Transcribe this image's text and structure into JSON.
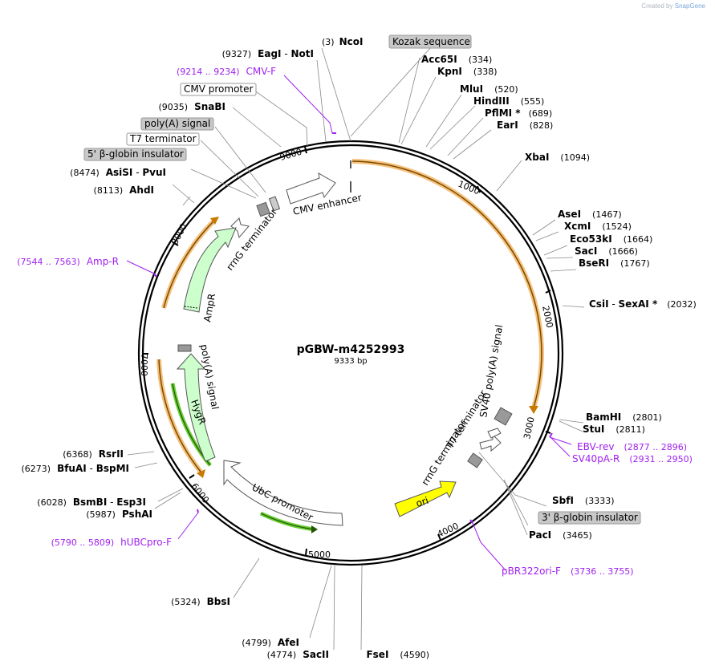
{
  "watermark": {
    "created_by": "Created by",
    "brand": "SnapGene"
  },
  "plasmid": {
    "name": "pGBW-m4252993",
    "size_label": "9333 bp",
    "length": 9333
  },
  "ticks": [
    "1000",
    "2000",
    "3000",
    "4000",
    "5000",
    "6000",
    "7000",
    "8000",
    "9000"
  ],
  "sites": [
    {
      "pos": "(3)",
      "name": "NcoI",
      "name2": ""
    },
    {
      "pos": "(334)",
      "name": "Acc65I",
      "name2": ""
    },
    {
      "pos": "(338)",
      "name": "KpnI",
      "name2": ""
    },
    {
      "pos": "(520)",
      "name": "MluI",
      "name2": ""
    },
    {
      "pos": "(555)",
      "name": "HindIII",
      "name2": ""
    },
    {
      "pos": "(689)",
      "name": "PflMI *",
      "name2": ""
    },
    {
      "pos": "(828)",
      "name": "EarI",
      "name2": ""
    },
    {
      "pos": "(1094)",
      "name": "XbaI",
      "name2": ""
    },
    {
      "pos": "(1467)",
      "name": "AseI",
      "name2": ""
    },
    {
      "pos": "(1524)",
      "name": "XcmI",
      "name2": ""
    },
    {
      "pos": "(1664)",
      "name": "Eco53kI",
      "name2": ""
    },
    {
      "pos": "(1666)",
      "name": "SacI",
      "name2": ""
    },
    {
      "pos": "(1767)",
      "name": "BseRI",
      "name2": ""
    },
    {
      "pos": "(2032)",
      "name": "CsiI",
      "name2": "SexAI *"
    },
    {
      "pos": "(2801)",
      "name": "BamHI",
      "name2": ""
    },
    {
      "pos": "(2811)",
      "name": "StuI",
      "name2": ""
    },
    {
      "pos": "(3333)",
      "name": "SbfI",
      "name2": ""
    },
    {
      "pos": "(3465)",
      "name": "PacI",
      "name2": ""
    },
    {
      "pos": "(4590)",
      "name": "FseI",
      "name2": ""
    },
    {
      "pos": "(4774)",
      "name": "SacII",
      "name2": ""
    },
    {
      "pos": "(4799)",
      "name": "AfeI",
      "name2": ""
    },
    {
      "pos": "(5324)",
      "name": "BbsI",
      "name2": ""
    },
    {
      "pos": "(5987)",
      "name": "PshAI",
      "name2": ""
    },
    {
      "pos": "(6028)",
      "name": "BsmBI",
      "name2": "Esp3I"
    },
    {
      "pos": "(6273)",
      "name": "BfuAI",
      "name2": "BspMI"
    },
    {
      "pos": "(6368)",
      "name": "RsrII",
      "name2": ""
    },
    {
      "pos": "(8113)",
      "name": "AhdI",
      "name2": ""
    },
    {
      "pos": "(8474)",
      "name": "AsiSI",
      "name2": "PvuI"
    },
    {
      "pos": "(9035)",
      "name": "SnaBI",
      "name2": ""
    },
    {
      "pos": "(9327)",
      "name": "EagI",
      "name2": "NotI"
    }
  ],
  "primers": [
    {
      "range": "(9214 .. 9234)",
      "name": "CMV-F"
    },
    {
      "range": "(7544 .. 7563)",
      "name": "Amp-R"
    },
    {
      "range": "(2877 .. 2896)",
      "name": "EBV-rev"
    },
    {
      "range": "(2931 .. 2950)",
      "name": "SV40pA-R"
    },
    {
      "range": "(3736 .. 3755)",
      "name": "pBR322ori-F"
    },
    {
      "range": "(5790 .. 5809)",
      "name": "hUBCpro-F"
    }
  ],
  "boxed_features": [
    "Kozak sequence",
    "CMV promoter",
    "poly(A) signal",
    "T7 terminator",
    "5' β-globin insulator",
    "3' β-globin insulator"
  ],
  "inner_labels": {
    "cmv_enhancer": "CMV enhancer",
    "rrng_top": "rrnG terminator",
    "ampr": "AmpR",
    "polya_left": "poly(A) signal",
    "hygr": "HygR",
    "ubc": "UbC promoter",
    "ori": "ori",
    "rrng_right": "rrnG terminator",
    "t7_right": "T7 terminator",
    "sv40": "SV40 poly(A) signal"
  },
  "colors": {
    "primer": "#a020f0",
    "orf": "#f5c07a",
    "orf_line": "#c87a00",
    "green_fill": "#ccffcc",
    "ori": "#ffff00",
    "box": "#c8c8c8"
  }
}
